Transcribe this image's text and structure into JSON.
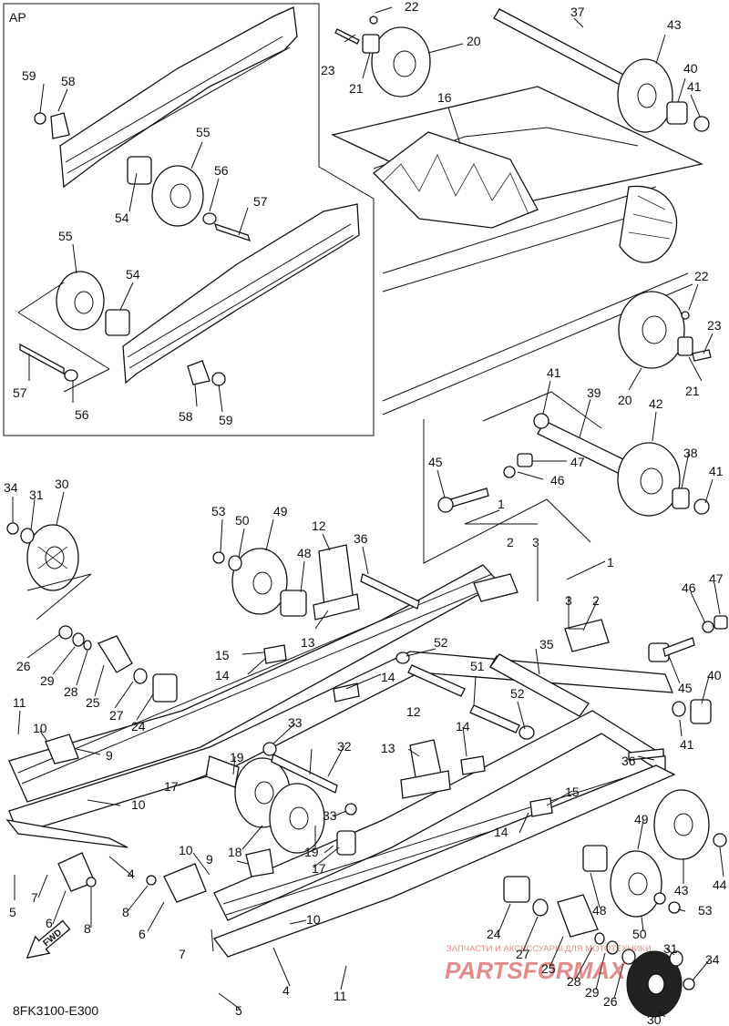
{
  "inset": {
    "label": "AP"
  },
  "diagram_code": "8FK3100-E300",
  "arrow_label": "FWD",
  "watermark": {
    "top": "ЗАПЧАСТИ И АКСЕССУАРЫ ДЛЯ МОТОТЕХНИКИ",
    "brand": "PARTSFORMAX"
  },
  "callouts": [
    {
      "id": "c22a",
      "label": "22"
    },
    {
      "id": "c23a",
      "label": "23"
    },
    {
      "id": "c20a",
      "label": "20"
    },
    {
      "id": "c21a",
      "label": "21"
    },
    {
      "id": "c37",
      "label": "37"
    },
    {
      "id": "c43a",
      "label": "43"
    },
    {
      "id": "c40a",
      "label": "40"
    },
    {
      "id": "c41a",
      "label": "41"
    },
    {
      "id": "c16",
      "label": "16"
    },
    {
      "id": "c59a",
      "label": "59"
    },
    {
      "id": "c58a",
      "label": "58"
    },
    {
      "id": "c55a",
      "label": "55"
    },
    {
      "id": "c56a",
      "label": "56"
    },
    {
      "id": "c57a",
      "label": "57"
    },
    {
      "id": "c54a",
      "label": "54"
    },
    {
      "id": "c55b",
      "label": "55"
    },
    {
      "id": "c54b",
      "label": "54"
    },
    {
      "id": "c57b",
      "label": "57"
    },
    {
      "id": "c56b",
      "label": "56"
    },
    {
      "id": "c58b",
      "label": "58"
    },
    {
      "id": "c59b",
      "label": "59"
    },
    {
      "id": "c22b",
      "label": "22"
    },
    {
      "id": "c23b",
      "label": "23"
    },
    {
      "id": "c20b",
      "label": "20"
    },
    {
      "id": "c21b",
      "label": "21"
    },
    {
      "id": "c41b",
      "label": "41"
    },
    {
      "id": "c39",
      "label": "39"
    },
    {
      "id": "c42",
      "label": "42"
    },
    {
      "id": "c47a",
      "label": "47"
    },
    {
      "id": "c46a",
      "label": "46"
    },
    {
      "id": "c45a",
      "label": "45"
    },
    {
      "id": "c38",
      "label": "38"
    },
    {
      "id": "c41c",
      "label": "41"
    },
    {
      "id": "c34a",
      "label": "34"
    },
    {
      "id": "c31a",
      "label": "31"
    },
    {
      "id": "c30a",
      "label": "30"
    },
    {
      "id": "c53a",
      "label": "53"
    },
    {
      "id": "c50a",
      "label": "50"
    },
    {
      "id": "c49a",
      "label": "49"
    },
    {
      "id": "c12a",
      "label": "12"
    },
    {
      "id": "c48a",
      "label": "48"
    },
    {
      "id": "c36a",
      "label": "36"
    },
    {
      "id": "c1a",
      "label": "1"
    },
    {
      "id": "c2a",
      "label": "2"
    },
    {
      "id": "c3a",
      "label": "3"
    },
    {
      "id": "c13a",
      "label": "13"
    },
    {
      "id": "c15a",
      "label": "15"
    },
    {
      "id": "c14a",
      "label": "14"
    },
    {
      "id": "c14b",
      "label": "14"
    },
    {
      "id": "c52a",
      "label": "52"
    },
    {
      "id": "c35",
      "label": "35"
    },
    {
      "id": "c1b",
      "label": "1"
    },
    {
      "id": "c3b",
      "label": "3"
    },
    {
      "id": "c2b",
      "label": "2"
    },
    {
      "id": "c46b",
      "label": "46"
    },
    {
      "id": "c47b",
      "label": "47"
    },
    {
      "id": "c26a",
      "label": "26"
    },
    {
      "id": "c29a",
      "label": "29"
    },
    {
      "id": "c28a",
      "label": "28"
    },
    {
      "id": "c25a",
      "label": "25"
    },
    {
      "id": "c27a",
      "label": "27"
    },
    {
      "id": "c24a",
      "label": "24"
    },
    {
      "id": "c51",
      "label": "51"
    },
    {
      "id": "c52b",
      "label": "52"
    },
    {
      "id": "c45b",
      "label": "45"
    },
    {
      "id": "c40b",
      "label": "40"
    },
    {
      "id": "c41d",
      "label": "41"
    },
    {
      "id": "c11a",
      "label": "11"
    },
    {
      "id": "c10a",
      "label": "10"
    },
    {
      "id": "c9a",
      "label": "9"
    },
    {
      "id": "c33a",
      "label": "33"
    },
    {
      "id": "c19a",
      "label": "19"
    },
    {
      "id": "c17a",
      "label": "17"
    },
    {
      "id": "c10b",
      "label": "10"
    },
    {
      "id": "c32",
      "label": "32"
    },
    {
      "id": "c12b",
      "label": "12"
    },
    {
      "id": "c13b",
      "label": "13"
    },
    {
      "id": "c14c",
      "label": "14"
    },
    {
      "id": "c36b",
      "label": "36"
    },
    {
      "id": "c15b",
      "label": "15"
    },
    {
      "id": "c14d",
      "label": "14"
    },
    {
      "id": "c18",
      "label": "18"
    },
    {
      "id": "c33b",
      "label": "33"
    },
    {
      "id": "c19b",
      "label": "19"
    },
    {
      "id": "c17b",
      "label": "17"
    },
    {
      "id": "c4a",
      "label": "4"
    },
    {
      "id": "c49b",
      "label": "49"
    },
    {
      "id": "c43b",
      "label": "43"
    },
    {
      "id": "c44",
      "label": "44"
    },
    {
      "id": "c10c",
      "label": "10"
    },
    {
      "id": "c9b",
      "label": "9"
    },
    {
      "id": "c8a",
      "label": "8"
    },
    {
      "id": "c7a",
      "label": "7"
    },
    {
      "id": "c5a",
      "label": "5"
    },
    {
      "id": "c6a",
      "label": "6"
    },
    {
      "id": "c8b",
      "label": "8"
    },
    {
      "id": "c6b",
      "label": "6"
    },
    {
      "id": "c10d",
      "label": "10"
    },
    {
      "id": "c7b",
      "label": "7"
    },
    {
      "id": "c24b",
      "label": "24"
    },
    {
      "id": "c48b",
      "label": "48"
    },
    {
      "id": "c53b",
      "label": "53"
    },
    {
      "id": "c50b",
      "label": "50"
    },
    {
      "id": "c27b",
      "label": "27"
    },
    {
      "id": "c25b",
      "label": "25"
    },
    {
      "id": "c31b",
      "label": "31"
    },
    {
      "id": "c34b",
      "label": "34"
    },
    {
      "id": "c28b",
      "label": "28"
    },
    {
      "id": "c29b",
      "label": "29"
    },
    {
      "id": "c26b",
      "label": "26"
    },
    {
      "id": "c30b",
      "label": "30"
    },
    {
      "id": "c4b",
      "label": "4"
    },
    {
      "id": "c11b",
      "label": "11"
    },
    {
      "id": "c5b",
      "label": "5"
    }
  ]
}
